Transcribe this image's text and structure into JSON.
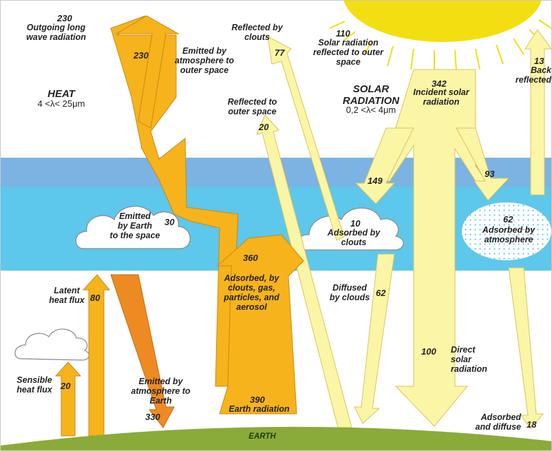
{
  "colors": {
    "sky": "#ffffff",
    "atmosphere_band_top": "#7bb3e2",
    "atmosphere_band_bottom": "#5ec7ec",
    "ground": "#8aab3a",
    "sun": "#f3de11",
    "solar_arrow": "#fbf5a6",
    "heat_arrow": "#f6b31c",
    "heat_arrow_dark": "#ee8a22",
    "outline": "#d9c55a"
  },
  "heat": {
    "title": "HEAT",
    "range": "4 <λ< 25μm"
  },
  "solar": {
    "title": "SOLAR\nRADIATION",
    "range": "0,2 <λ< 4μm"
  },
  "flows": {
    "outgoing_longwave": {
      "value": "230",
      "label": "Outgoing long\nwave radiation"
    },
    "emitted_atmosphere_space": {
      "value": "230",
      "label": "Emitted by\natmosphere to\nouter space"
    },
    "reflected_clouds": {
      "value": "77",
      "label": "Reflected by\nclouts"
    },
    "solar_reflected": {
      "value": "110",
      "label": "Solar radiation\nreflected to outer\nspace"
    },
    "incident": {
      "value": "342",
      "label": "Incident solar\nradiation"
    },
    "back_reflected": {
      "value": "13",
      "label": "Back\nreflected"
    },
    "reflected_outer": {
      "value": "20",
      "label": "Reflected to\nouter space"
    },
    "to_clouds": {
      "value": "149"
    },
    "to_atmosphere": {
      "value": "93"
    },
    "emitted_earth_space": {
      "value": "30",
      "label": "Emitted\nby Earth\nto the space"
    },
    "absorbed_clouds": {
      "value": "10",
      "label": "Adsorbed by\nclouts"
    },
    "absorbed_atmosphere": {
      "value": "62",
      "label": "Adsorbed by\natmosphere"
    },
    "latent": {
      "value": "80",
      "label": "Latent\nheat flux"
    },
    "sensible": {
      "value": "20",
      "label": "Sensible\nheat flux"
    },
    "absorbed_gas": {
      "value": "360",
      "label": "Adsorbed, by\nclouts, gas,\nparticles, and\naerosol"
    },
    "diffused": {
      "value": "62",
      "label": "Diffused\nby clouds"
    },
    "direct": {
      "value": "100",
      "label": "Direct\nsolar\nradiation"
    },
    "emitted_atmosphere_earth": {
      "value": "330",
      "label": "Emitted by\natmosphere to\nEarth"
    },
    "earth_radiation": {
      "value": "390",
      "label": "Earth radiation"
    },
    "absorbed_diffuse": {
      "value": "18",
      "label": "Adsorbed\nand diffuse"
    }
  },
  "earth_label": "EARTH"
}
